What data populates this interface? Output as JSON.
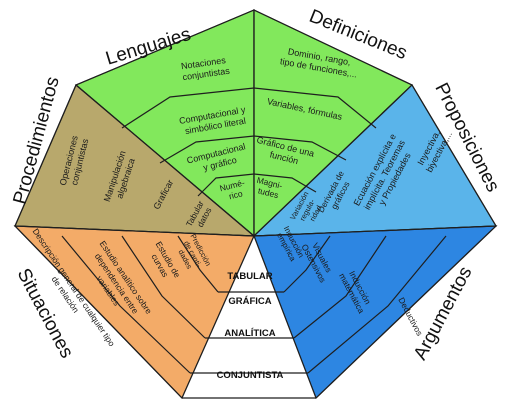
{
  "colors": {
    "green": "#82e85c",
    "olive": "#b8a86c",
    "blue_light": "#5ab4ea",
    "blue": "#2d86e2",
    "orange": "#f3ab68",
    "outline": "#1f1f1f"
  },
  "categories": {
    "lenguajes": "Lenguajes",
    "definiciones": "Definiciones",
    "procedimientos": "Procedimientos",
    "proposiciones": "Proposiciones",
    "situaciones": "Situaciones",
    "argumentos": "Argumentos"
  },
  "lenguajes": {
    "l1a": "Notaciones",
    "l1b": "conjuntistas",
    "l2a": "Computacional y",
    "l2b": "simbólico literal",
    "l3a": "Computacional",
    "l3b": "y gráfico",
    "l4a": "Numé-",
    "l4b": "rico"
  },
  "definiciones": {
    "d1a": "Dominio, rango,",
    "d1b": "tipo de funciones,...",
    "d2": "Variables, fórmulas",
    "d3a": "Gráfico de una",
    "d3b": "función",
    "d4a": "Magni-",
    "d4b": "tudes"
  },
  "procedimientos": {
    "p1a": "Operaciones",
    "p1b": "conjuntistas",
    "p2a": "Manipulación",
    "p2b": "algebraica",
    "p3": "Graficar",
    "p4a": "Tabular",
    "p4b": "datos"
  },
  "proposiciones": {
    "q1a": "Inyectiva,",
    "q1b": "biyectiva,...",
    "q2a": "Ecuación explícita e",
    "q2b": "implícita. Teoremas",
    "q2c": "y Propiedades",
    "q3a": "Derivada de",
    "q3b": "gráficos",
    "q4a": "Variación",
    "q4b": "regula-",
    "q4c": "ridad"
  },
  "situaciones": {
    "s1a": "Descripción general de cualquier tipo",
    "s1b": "de relación",
    "s2a": "Estudio analítico sobre",
    "s2b": "dependencia entre",
    "s2c": "variables",
    "s3a": "Estudio de",
    "s3b": "curvas",
    "s4a": "Predicción",
    "s4b": "de canti-",
    "s4c": "dades"
  },
  "argumentos": {
    "a1": "Deductivos",
    "a2a": "Inducción",
    "a2b": "matemática",
    "a3a": "Visuales",
    "a3b": "Ostensivos",
    "a4a": "Inducción",
    "a4b": "empírica"
  },
  "bands": {
    "tabular": "TABULAR",
    "grafica": "GRÁFICA",
    "analitica": "ANALÍTICA",
    "conjuntista": "CONJUNTISTA"
  }
}
